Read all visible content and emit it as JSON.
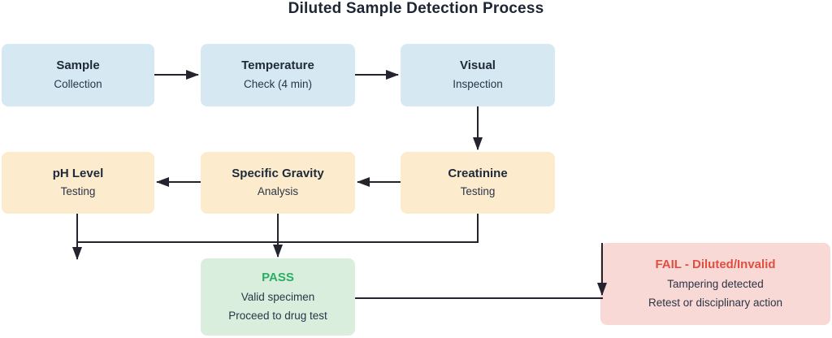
{
  "title": "Diluted Sample Detection Process",
  "nodes": {
    "sample": {
      "title": "Sample",
      "subtitle": "Collection"
    },
    "temperature": {
      "title": "Temperature",
      "subtitle": "Check (4 min)"
    },
    "visual": {
      "title": "Visual",
      "subtitle": "Inspection"
    },
    "ph": {
      "title": "pH Level",
      "subtitle": "Testing"
    },
    "specific_gravity": {
      "title": "Specific Gravity",
      "subtitle": "Analysis"
    },
    "creatinine": {
      "title": "Creatinine",
      "subtitle": "Testing"
    },
    "pass": {
      "title": "PASS",
      "lines": [
        "Valid specimen",
        "Proceed to drug test"
      ]
    },
    "fail": {
      "title": "FAIL - Diluted/Invalid",
      "lines": [
        "Tampering detected",
        "Retest or disciplinary action"
      ]
    }
  },
  "colors": {
    "step_blue_fill": "#d6e9f2",
    "step_orange_fill": "#fcebcd",
    "pass_fill": "#d9eedd",
    "fail_fill": "#f9d9d5",
    "pass_text": "#2bad62",
    "fail_text": "#dd5042",
    "text_dark": "#1e2a3a",
    "connector": "#23242e"
  }
}
